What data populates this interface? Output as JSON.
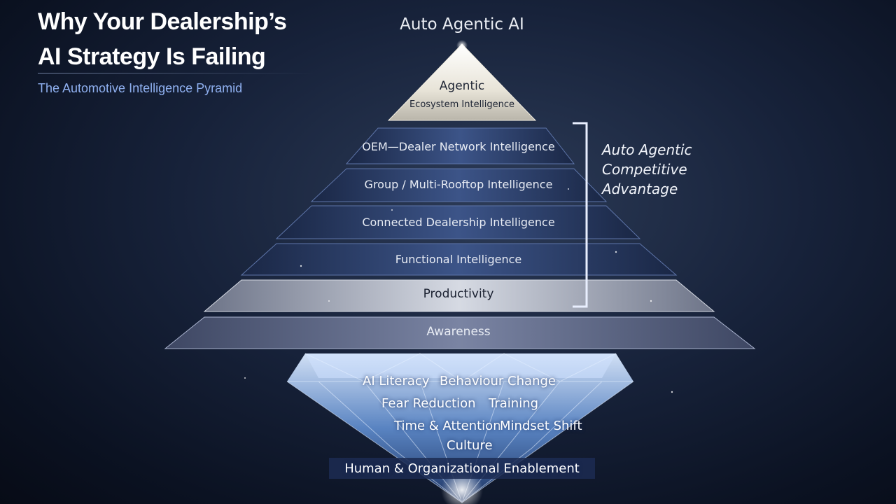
{
  "header": {
    "title_line1": "Why Your Dealership’s",
    "title_line2": "AI Strategy Is Failing",
    "subtitle": "The Automotive Intelligence Pyramid"
  },
  "pyramid": {
    "top_label": "Auto Agentic AI",
    "apex_line1": "Agentic",
    "apex_line2": "Ecosystem Intelligence",
    "tiers": [
      "OEM—Dealer Network Intelligence",
      "Group / Multi-Rooftop Intelligence",
      "Connected Dealership Intelligence",
      "Functional Intelligence",
      "Productivity",
      "Awareness"
    ],
    "bracket_label_line1": "Auto Agentic",
    "bracket_label_line2": "Competitive",
    "bracket_label_line3": "Advantage"
  },
  "foundation": {
    "items": [
      "AI Literacy",
      "Behaviour Change",
      "Fear Reduction",
      "Training",
      "Time & Attention",
      "Mindset Shift",
      "Culture"
    ],
    "base_label": "Human & Organizational Enablement"
  },
  "colors": {
    "background": "#0f1a30",
    "tier_blue": "#2a3c66",
    "tier_light": "#b9bfcc",
    "diamond": "#9cc4f2",
    "accent_text": "#8fb0f0"
  }
}
